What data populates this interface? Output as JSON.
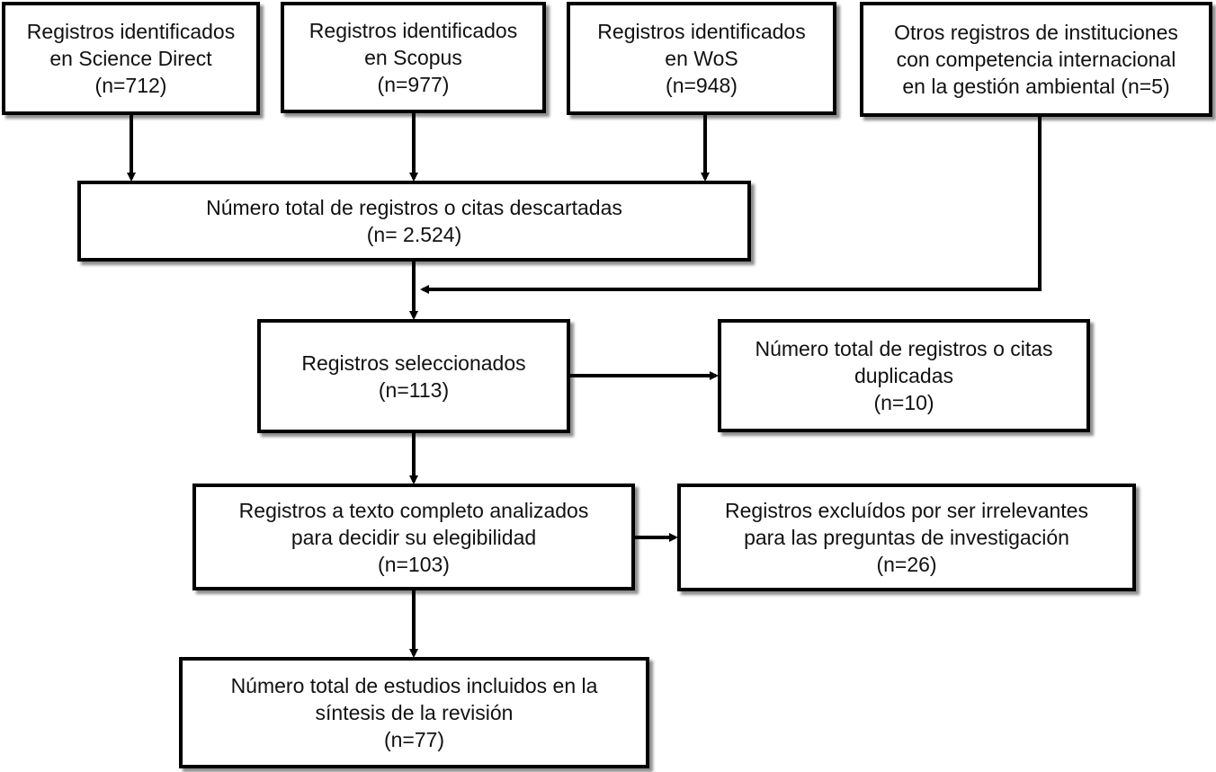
{
  "diagram": {
    "boxes": {
      "science_direct": [
        "Registros identificados",
        "en Science Direct",
        "(n=712)"
      ],
      "scopus": [
        "Registros identificados",
        "en Scopus",
        "(n=977)"
      ],
      "wos": [
        "Registros identificados",
        "en WoS",
        "(n=948)"
      ],
      "otros": [
        "Otros registros de instituciones",
        "con competencia internacional",
        "en la gestión ambiental (n=5)"
      ],
      "descartadas": [
        "Número total de registros o citas descartadas",
        "(n= 2.524)"
      ],
      "seleccionados": [
        "Registros seleccionados",
        "(n=113)"
      ],
      "duplicadas": [
        "Número total de registros o citas",
        "duplicadas",
        "(n=10)"
      ],
      "analizados": [
        "Registros a texto completo analizados",
        "para decidir su elegibilidad",
        "(n=103)"
      ],
      "excluidos": [
        "Registros excluídos por ser irrelevantes",
        "para las preguntas de investigación",
        "(n=26)"
      ],
      "incluidos": [
        "Número total de estudios incluidos en la",
        "síntesis de la revisión",
        "(n=77)"
      ]
    }
  }
}
